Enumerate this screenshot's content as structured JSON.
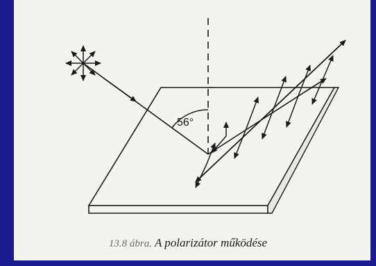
{
  "figure": {
    "angle_label": "56°",
    "caption_number": "13.8 ábra.",
    "caption_title": "A polarizátor működése"
  },
  "colors": {
    "background": "#1c1b8e",
    "panel": "#f3f3f0",
    "ink": "#1a1a1a"
  }
}
